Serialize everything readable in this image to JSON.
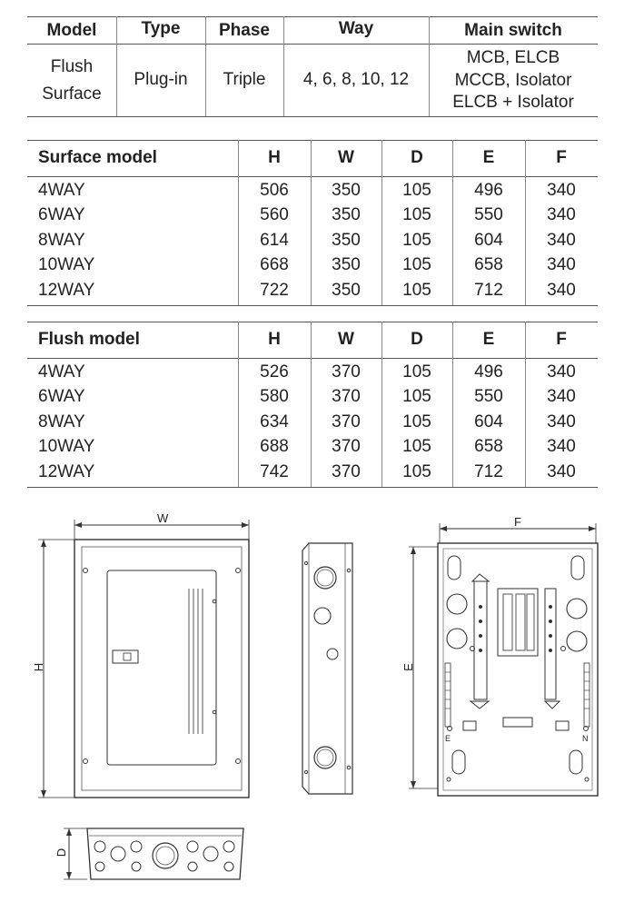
{
  "spec_table": {
    "headers": [
      "Model",
      "Type",
      "Phase",
      "Way",
      "Main switch"
    ],
    "model": [
      "Flush",
      "Surface"
    ],
    "type": "Plug-in",
    "phase": "Triple",
    "way": "4, 6, 8, 10, 12",
    "main_switch": [
      "MCB, ELCB",
      "MCCB, Isolator",
      "ELCB + Isolator"
    ]
  },
  "surface_table": {
    "headers": [
      "Surface model",
      "H",
      "W",
      "D",
      "E",
      "F"
    ],
    "rows": [
      [
        "4WAY",
        "506",
        "350",
        "105",
        "496",
        "340"
      ],
      [
        "6WAY",
        "560",
        "350",
        "105",
        "550",
        "340"
      ],
      [
        "8WAY",
        "614",
        "350",
        "105",
        "604",
        "340"
      ],
      [
        "10WAY",
        "668",
        "350",
        "105",
        "658",
        "340"
      ],
      [
        "12WAY",
        "722",
        "350",
        "105",
        "712",
        "340"
      ]
    ]
  },
  "flush_table": {
    "headers": [
      "Flush model",
      "H",
      "W",
      "D",
      "E",
      "F"
    ],
    "rows": [
      [
        "4WAY",
        "526",
        "370",
        "105",
        "496",
        "340"
      ],
      [
        "6WAY",
        "580",
        "370",
        "105",
        "550",
        "340"
      ],
      [
        "8WAY",
        "634",
        "370",
        "105",
        "604",
        "340"
      ],
      [
        "10WAY",
        "688",
        "370",
        "105",
        "658",
        "340"
      ],
      [
        "12WAY",
        "742",
        "370",
        "105",
        "712",
        "340"
      ]
    ]
  },
  "drawing_labels": {
    "w": "W",
    "h": "H",
    "d": "D",
    "e": "E",
    "f": "F",
    "earth": "E",
    "neutral": "N"
  }
}
